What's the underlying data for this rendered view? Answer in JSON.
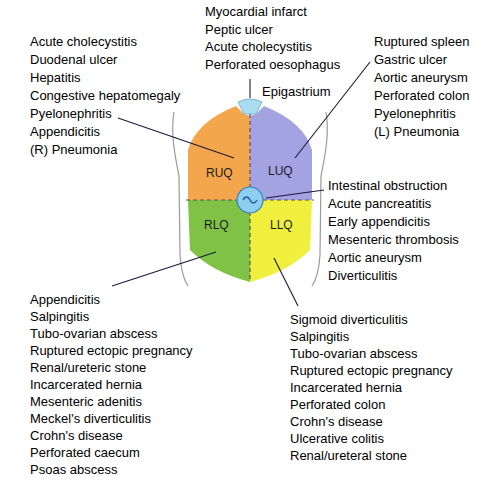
{
  "diagram": {
    "nodes": [
      {
        "text": [
          "RUQ"
        ]
      },
      {
        "text": [
          "LUQ"
        ]
      },
      {
        "text": [
          "RLQ"
        ]
      },
      {
        "text": [
          "LLQ"
        ]
      }
    ],
    "labels": [
      "Myocardial infarct",
      "Peptic ulcer",
      "Acute cholecystitis",
      "Perforated oesophagus",
      "Epigastrium",
      "Acute cholecystitis",
      "Duodenal ulcer",
      "Hepatitis",
      "Congestive hepatomegaly",
      "Pyelonephritis",
      "Appendicitis",
      "(R) Pneumonia",
      "Ruptured spleen",
      "Gastric ulcer",
      "Aortic aneurysm",
      "Perforated colon",
      "Pyelonephritis",
      "(L) Pneumonia",
      "Intestinal obstruction",
      "Acute pancreatitis",
      "Early appendicitis",
      "Mesenteric thrombosis",
      "Aortic aneurysm",
      "Diverticulitis",
      "Appendicitis",
      "Salpingitis",
      "Tubo-ovarian abscess",
      "Ruptured ectopic pregnancy",
      "Renal/ureteric stone",
      "Incarcerated hernia",
      "Mesenteric adenitis",
      "Meckel's diverticulitis",
      "Crohn's disease",
      "Perforated caecum",
      "Psoas abscess",
      "Sigmoid diverticulitis",
      "Salpingitis",
      "Tubo-ovarian abscess",
      "Ruptured ectopic pregnancy",
      "Incarcerated hernia",
      "Perforated colon",
      "Crohn's disease",
      "Ulcerative colitis",
      "Renal/ureteral stone"
    ]
  }
}
